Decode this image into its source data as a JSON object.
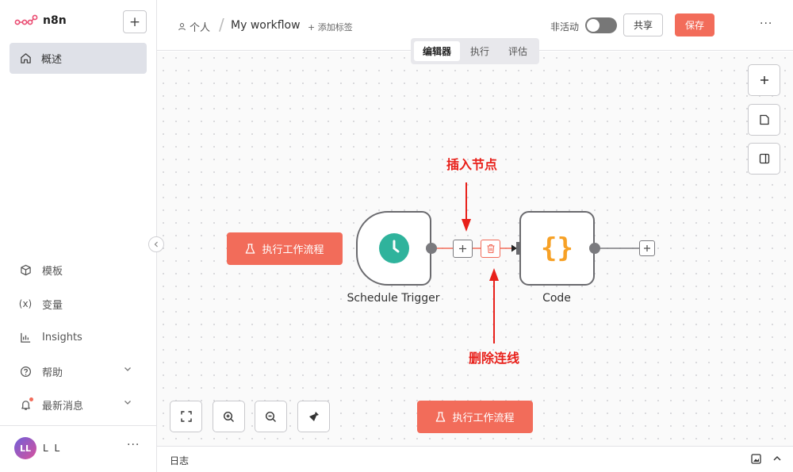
{
  "app": {
    "name": "n8n"
  },
  "sidebar": {
    "overview": "概述",
    "items": [
      {
        "key": "templates",
        "label": "模板",
        "icon": "box-icon"
      },
      {
        "key": "variables",
        "label": "变量",
        "icon": "variables-icon"
      },
      {
        "key": "insights",
        "label": "Insights",
        "icon": "chart-icon"
      },
      {
        "key": "help",
        "label": "帮助",
        "icon": "question-icon"
      },
      {
        "key": "news",
        "label": "最新消息",
        "icon": "bell-icon"
      }
    ],
    "user": {
      "initials": "LL",
      "name": "L L"
    }
  },
  "header": {
    "breadcrumb_person": "个人",
    "workflow_title": "My workflow",
    "add_tag": "+ 添加标签",
    "inactive_label": "非活动",
    "share_label": "共享",
    "save_label": "保存"
  },
  "tabs": [
    "编辑器",
    "执行",
    "评估"
  ],
  "canvas": {
    "execute_label": "执行工作流程",
    "nodes": {
      "trigger": "Schedule Trigger",
      "code": "Code"
    },
    "annotations": {
      "insert": "插入节点",
      "delete": "删除连线"
    }
  },
  "footer": {
    "log_label": "日志"
  },
  "colors": {
    "accent": "#f26c5a",
    "trigger": "#2fb39c",
    "code": "#f7a126",
    "annotation": "#e8201a"
  }
}
